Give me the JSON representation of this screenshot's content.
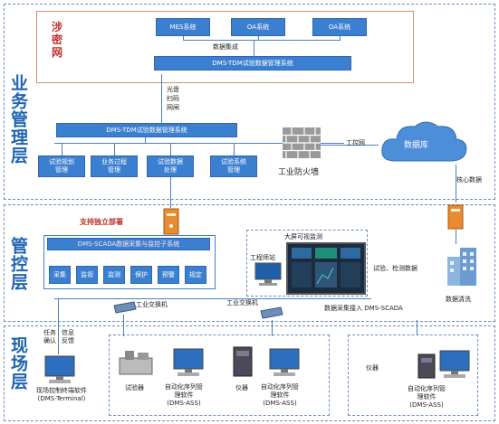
{
  "layers": {
    "business": "业务管理层",
    "control": "管控层",
    "field": "现场层"
  },
  "secret_net": {
    "label": "涉密网",
    "mes": "MES系统",
    "oa1": "OA系统",
    "oa2": "OA系统",
    "integration": "数据集成",
    "dms_top": "DMS-TDM试验数据管理系统"
  },
  "transfer_label": "光盘\n扫码\n网闸",
  "business": {
    "dms_mid": "DMS-TDM试验数据管理系统",
    "modules": [
      "试验规划\n管理",
      "业务过程\n管理",
      "试验数据\n处理",
      "试验系统\n管理"
    ],
    "firewall": "工业防火墙",
    "industrial_net": "工控网",
    "database": "数据库",
    "core_data": "核心数据"
  },
  "control": {
    "independent": "支持独立部署",
    "scada_title": "DMS-SCADA数据采集与监控子系统",
    "modules": [
      "采集",
      "监视",
      "监测",
      "保护",
      "预警",
      "规定"
    ],
    "big_screen": "大屏可视监测",
    "engineer": "工程师站",
    "switch1": "工业交换机",
    "switch2": "工业交换机",
    "test_data": "试验、检测数据",
    "data_clean": "数据清洗",
    "data_access": "数据采集接入 DMS-SCADA"
  },
  "field": {
    "task_labels": [
      "任务\n确认",
      "信息\n反馈"
    ],
    "terminal": "现场控制终端软件\n(DMS-Terminal)",
    "tester": "试验器",
    "auto1": "自动化序列管\n理软件\n(DMS-ASS)",
    "instrument1": "仪器",
    "auto2": "自动化序列管\n理软件\n(DMS-ASS)",
    "instrument2": "仪器",
    "auto3": "自动化序列管\n理软件\n(DMS-ASS)"
  },
  "colors": {
    "accent": "#3b7fd0",
    "layer_text": "#1f65b0",
    "red": "#c0302a"
  }
}
